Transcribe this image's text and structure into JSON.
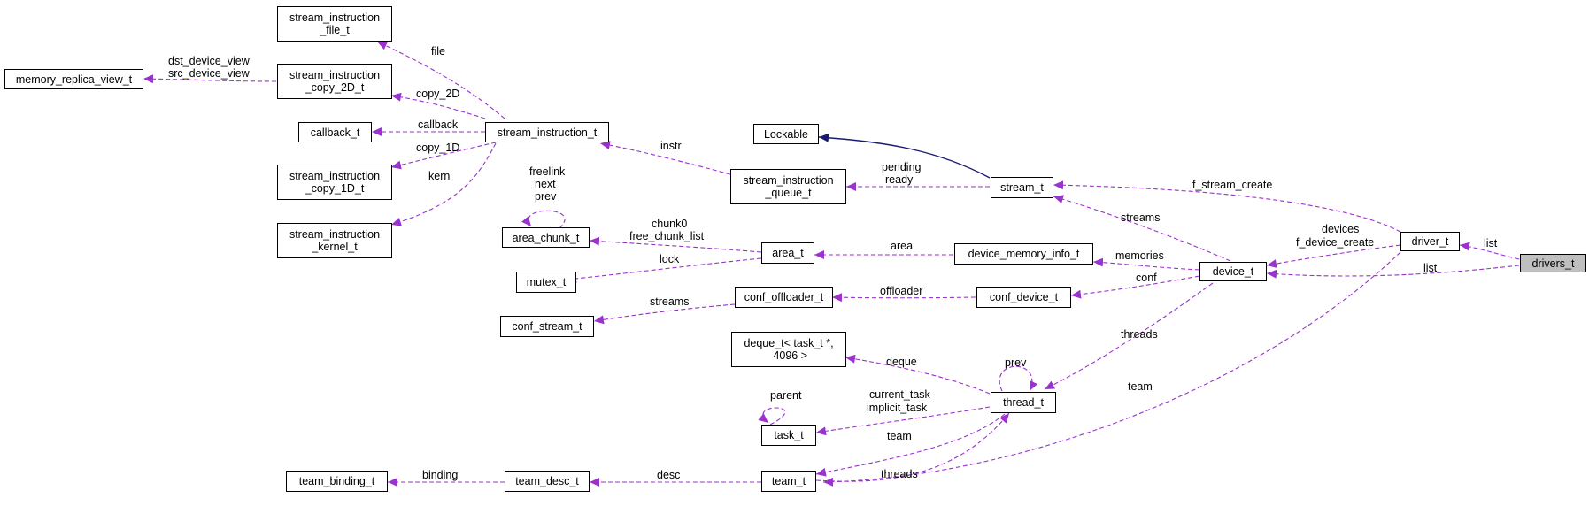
{
  "colors": {
    "usage_edge": "#9a32cd",
    "inherit_edge": "#191970",
    "node_border": "#000000",
    "root_fill": "#bfbfbf"
  },
  "nodes": {
    "drivers_t": "drivers_t",
    "driver_t": "driver_t",
    "device_t": "device_t",
    "stream_t": "stream_t",
    "lockable": "Lockable",
    "stream_instruction_queue_t": "stream_instruction\n_queue_t",
    "stream_instruction_t": "stream_instruction_t",
    "stream_instruction_file_t": "stream_instruction\n_file_t",
    "stream_instruction_copy_2d_t": "stream_instruction\n_copy_2D_t",
    "callback_t": "callback_t",
    "stream_instruction_copy_1d_t": "stream_instruction\n_copy_1D_t",
    "stream_instruction_kernel_t": "stream_instruction\n_kernel_t",
    "memory_replica_view_t": "memory_replica_view_t",
    "device_memory_info_t": "device_memory_info_t",
    "area_t": "area_t",
    "area_chunk_t": "area_chunk_t",
    "mutex_t": "mutex_t",
    "conf_device_t": "conf_device_t",
    "conf_offloader_t": "conf_offloader_t",
    "conf_stream_t": "conf_stream_t",
    "thread_t": "thread_t",
    "deque_t": "deque_t< task_t *,\n 4096 >",
    "task_t": "task_t",
    "team_t": "team_t",
    "team_desc_t": "team_desc_t",
    "team_binding_t": "team_binding_t"
  },
  "edge_labels": {
    "list_driver": "list",
    "list_device": "list",
    "f_stream_create": "f_stream_create",
    "devices": "devices",
    "f_device_create": "f_device_create",
    "team_driver": "team",
    "streams_device": "streams",
    "memories": "memories",
    "conf": "conf",
    "threads_device": "threads",
    "pending": "pending",
    "ready": "ready",
    "instr": "instr",
    "area": "area",
    "chunk0": "chunk0",
    "free_chunk_list": "free_chunk_list",
    "freelink": "freelink",
    "next": "next",
    "prev_chunk": "prev",
    "lock": "lock",
    "offloader": "offloader",
    "streams_conf": "streams",
    "file": "file",
    "copy_2d": "copy_2D",
    "callback": "callback",
    "copy_1d": "copy_1D",
    "kern": "kern",
    "dst_device_view": "dst_device_view",
    "src_device_view": "src_device_view",
    "prev_thread": "prev",
    "deque": "deque",
    "current_task": "current_task",
    "implicit_task": "implicit_task",
    "parent": "parent",
    "team_thread": "team",
    "threads_team": "threads",
    "desc": "desc",
    "binding": "binding"
  }
}
